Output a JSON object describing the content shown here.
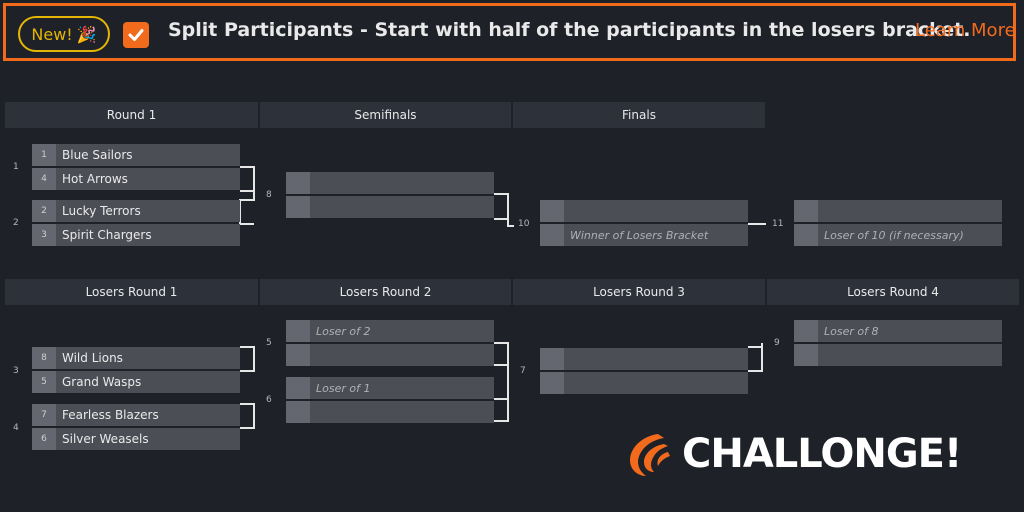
{
  "banner": {
    "new_label": "New!",
    "new_icon": "party-popper-icon",
    "checked": true,
    "text": "Split Participants - Start with half of the participants in the losers bracket.",
    "link": "Learn More",
    "accent_color": "#f26b1d",
    "pill_color": "#e3b505"
  },
  "winners": {
    "headers": [
      "Round 1",
      "Semifinals",
      "Finals"
    ],
    "matches": [
      {
        "num": "1",
        "p1_seed": "1",
        "p1": "Blue Sailors",
        "p2_seed": "4",
        "p2": "Hot Arrows"
      },
      {
        "num": "2",
        "p1_seed": "2",
        "p1": "Lucky Terrors",
        "p2_seed": "3",
        "p2": "Spirit Chargers"
      },
      {
        "num": "8",
        "p1": "",
        "p2": ""
      },
      {
        "num": "10",
        "p1": "",
        "p2": "Winner of Losers Bracket"
      },
      {
        "num": "11",
        "p1": "",
        "p2": "Loser of 10 (if necessary)"
      }
    ]
  },
  "losers": {
    "headers": [
      "Losers Round 1",
      "Losers Round 2",
      "Losers Round 3",
      "Losers Round 4"
    ],
    "matches": [
      {
        "num": "3",
        "p1_seed": "8",
        "p1": "Wild Lions",
        "p2_seed": "5",
        "p2": "Grand Wasps"
      },
      {
        "num": "4",
        "p1_seed": "7",
        "p1": "Fearless Blazers",
        "p2_seed": "6",
        "p2": "Silver Weasels"
      },
      {
        "num": "5",
        "p1": "Loser of 2",
        "p2": ""
      },
      {
        "num": "6",
        "p1": "Loser of 1",
        "p2": ""
      },
      {
        "num": "7",
        "p1": "",
        "p2": ""
      },
      {
        "num": "9",
        "p1": "Loser of 8",
        "p2": ""
      }
    ]
  },
  "logo": {
    "text": "CHALLONGE!",
    "icon": "challonge-logo-icon"
  }
}
